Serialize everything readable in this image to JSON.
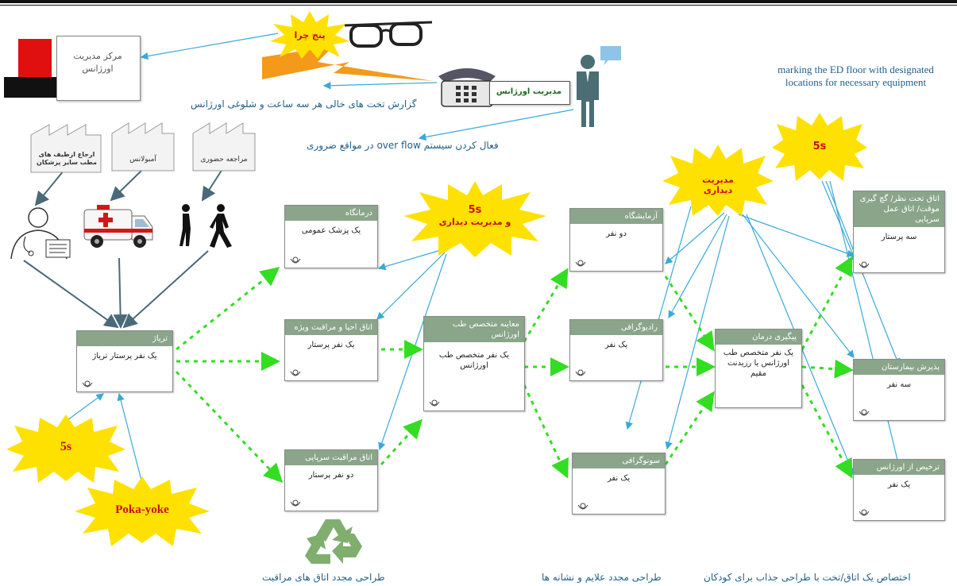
{
  "colors": {
    "box_header": "#8aa58a",
    "dotted_arrow": "#33dd22",
    "info_arrow": "#3aa9d8",
    "push_arrow": "#4a6a7a",
    "burst_fill": "#ffe100",
    "burst_text": "#c81010",
    "text_blue": "#1f5f8b",
    "lightning": "#f39a1a",
    "red_block": "#e01010"
  },
  "control": {
    "center": "مرکز مدیریت اورژانس",
    "manager": "مدیریت اورژانس"
  },
  "notes": {
    "bed_report": "گزارش تخت های خالی هر سه ساعت و شلوغی اورژانس",
    "overflow": "فعال کردن سیستم over flow در مواقع ضروری",
    "ed_floor": "marking the ED floor with designated locations for necessary equipment",
    "bottom_left": "طراحی مجدد اتاق های مراقبت",
    "bottom_mid": "طراحی مجدد علایم و نشانه ها",
    "bottom_right": "اختصاص یک اتاق/تخت با طراحی جذاب برای کودکان"
  },
  "sources": {
    "referral": "ارجاع ازطیف های مطب سایر پزشکان",
    "ambulance": "آمبولانس",
    "walkin": "مراجعه حضوری"
  },
  "bursts": {
    "five_whys": "پنج چرا",
    "fives_visual_1": "5s",
    "fives_visual_2": "و مدیریت دیداری",
    "visual_mgmt": "مدیریت دیداری",
    "fives_top": "5s",
    "fives_left": "5s",
    "poka_yoke": "Poka-yoke"
  },
  "boxes": {
    "triage": {
      "title": "تریاژ",
      "body": "یک نفر پرستار تریاژ"
    },
    "clinic": {
      "title": "درمانگاه",
      "body": "یک پزشک عمومی"
    },
    "resus": {
      "title": "اتاق احیا و مراقبت ویژه",
      "body": "یک نفر پرستار"
    },
    "outpatient": {
      "title": "اتاق مراقبت سرپایی",
      "body": "دو نفر پرستار"
    },
    "specialist": {
      "title": "معاینه متخصص طب اورژانس",
      "body": "یک نفر متخصص طب اورژانس"
    },
    "lab": {
      "title": "آزمایشگاه",
      "body": "دو نفر"
    },
    "radiology": {
      "title": "رادیوگرافی",
      "body": "یک نفر"
    },
    "sono": {
      "title": "سونوگرافی",
      "body": "یک نفر"
    },
    "followup": {
      "title": "پیگیری درمان",
      "body": "یک نفر متخصص طب اورژانس یا رزیدنت مقیم"
    },
    "observation": {
      "title": "اتاق تحت نظر/ گچ گیری موقت/ اتاق عمل سرپایی",
      "body": "سه پرستار"
    },
    "admission": {
      "title": "پذیرش بیمارستان",
      "body": "سه نفر"
    },
    "discharge": {
      "title": "ترخیص از اورژانس",
      "body": "یک نفر"
    }
  }
}
